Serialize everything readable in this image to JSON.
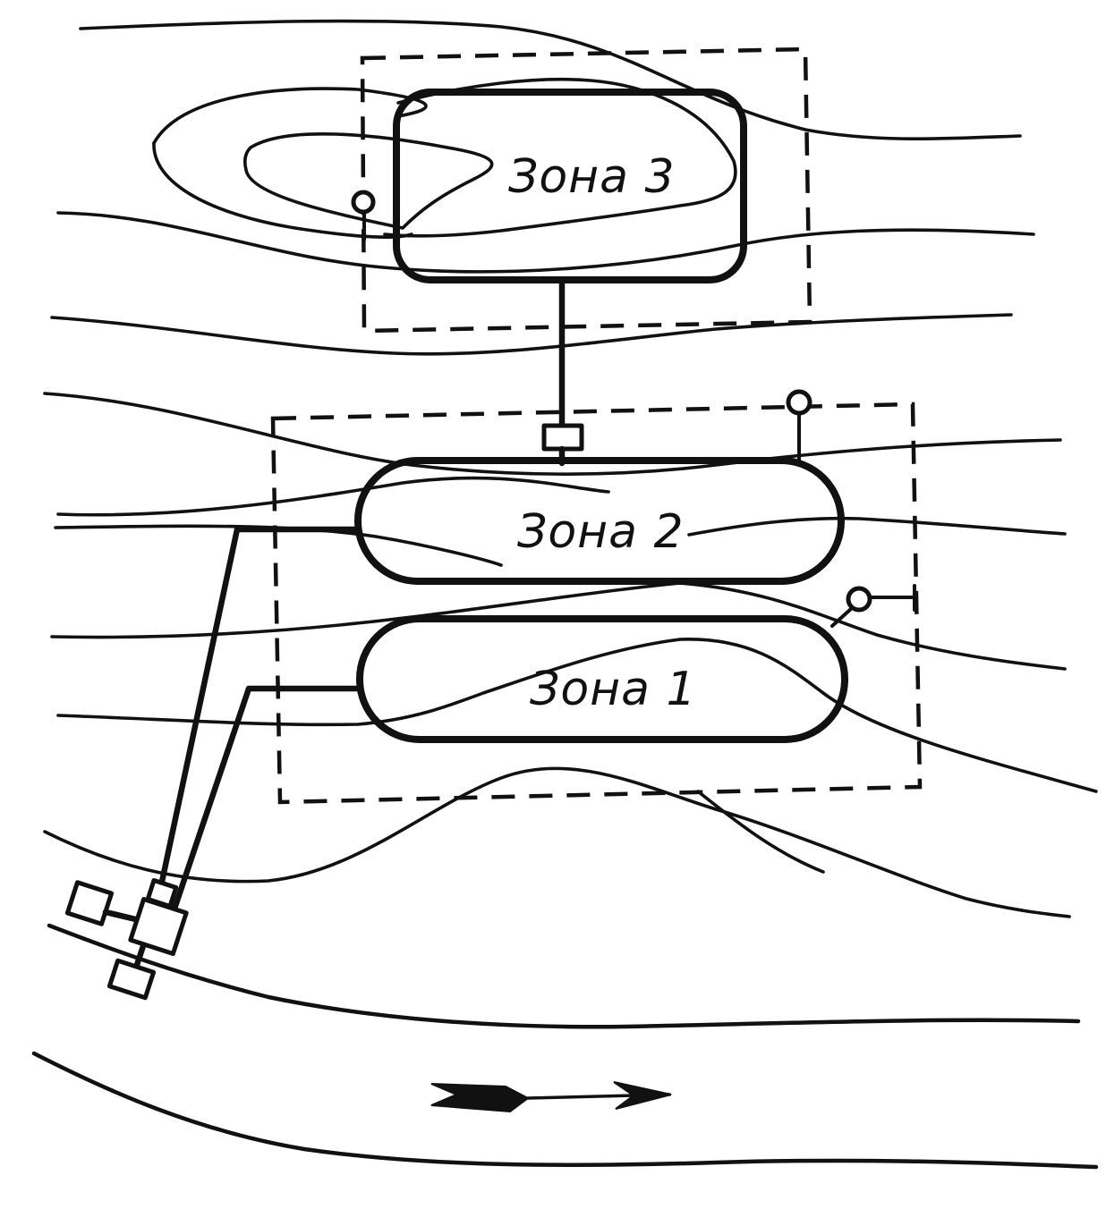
{
  "zones": {
    "zone3": {
      "label": "Зона 3"
    },
    "zone2": {
      "label": "Зона 2"
    },
    "zone1": {
      "label": "Зона 1"
    }
  }
}
